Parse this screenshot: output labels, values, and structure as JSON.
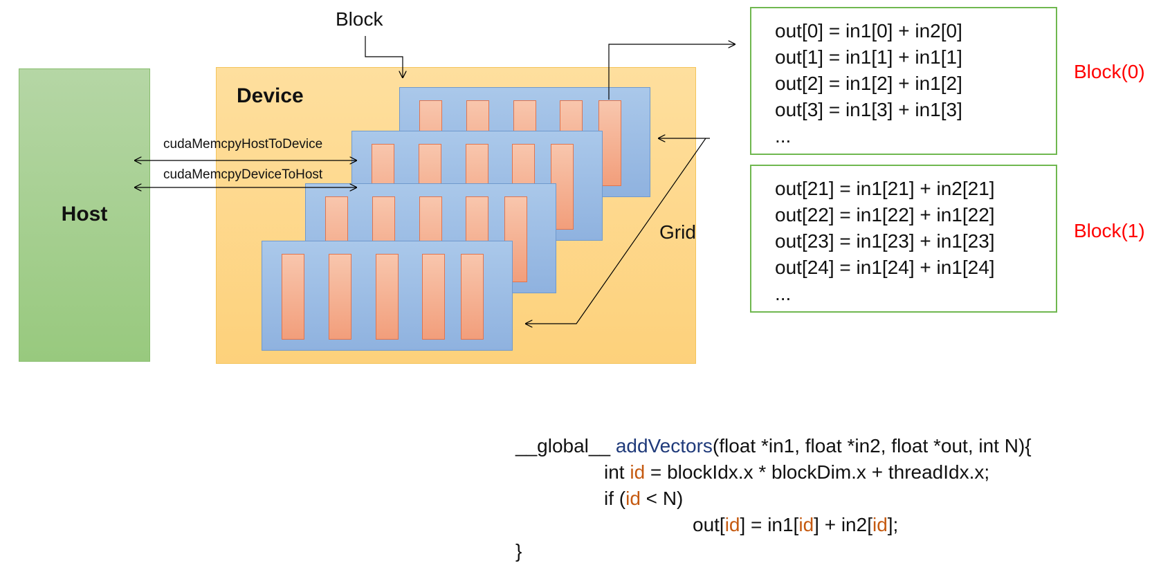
{
  "host": {
    "label": "Host"
  },
  "device": {
    "label": "Device"
  },
  "memcpy": {
    "to_device": "cudaMemcpyHostToDevice",
    "to_host": "cudaMemcpyDeviceToHost"
  },
  "labels": {
    "block": "Block",
    "grid": "Grid"
  },
  "block0": {
    "tag": "Block(0)",
    "lines": [
      "out[0] = in1[0] + in2[0]",
      "out[1] = in1[1] + in1[1]",
      "out[2] = in1[2] + in1[2]",
      "out[3] = in1[3] + in1[3]",
      "..."
    ]
  },
  "block1": {
    "tag": "Block(1)",
    "lines": [
      "out[21] = in1[21] + in2[21]",
      "out[22] = in1[22] + in1[22]",
      "out[23] = in1[23] + in1[23]",
      "out[24] = in1[24] + in1[24]",
      "..."
    ]
  },
  "code": {
    "l1_a": "__global__ ",
    "l1_fn": "addVectors",
    "l1_b": "(float *in1, float *in2, float *out, int N){",
    "l2_a": "int ",
    "l2_id": "id",
    "l2_b": " = blockIdx.x * blockDim.x + threadIdx.x;",
    "l3_a": "if (",
    "l3_id": "id",
    "l3_b": " < N)",
    "l4_a": "out[",
    "l4_id1": "id",
    "l4_b": "] = in1[",
    "l4_id2": "id",
    "l4_c": "] + in2[",
    "l4_id3": "id",
    "l4_d": "];",
    "l5": "}"
  },
  "colors": {
    "host": "#98c97e",
    "device": "#fdd17b",
    "block": "#8fb2df",
    "thread": "#f29e7b",
    "box_border": "#6fb74f",
    "block_tag": "#ff0000",
    "function_name": "#1f3a7a",
    "id_highlight": "#c55a11"
  }
}
